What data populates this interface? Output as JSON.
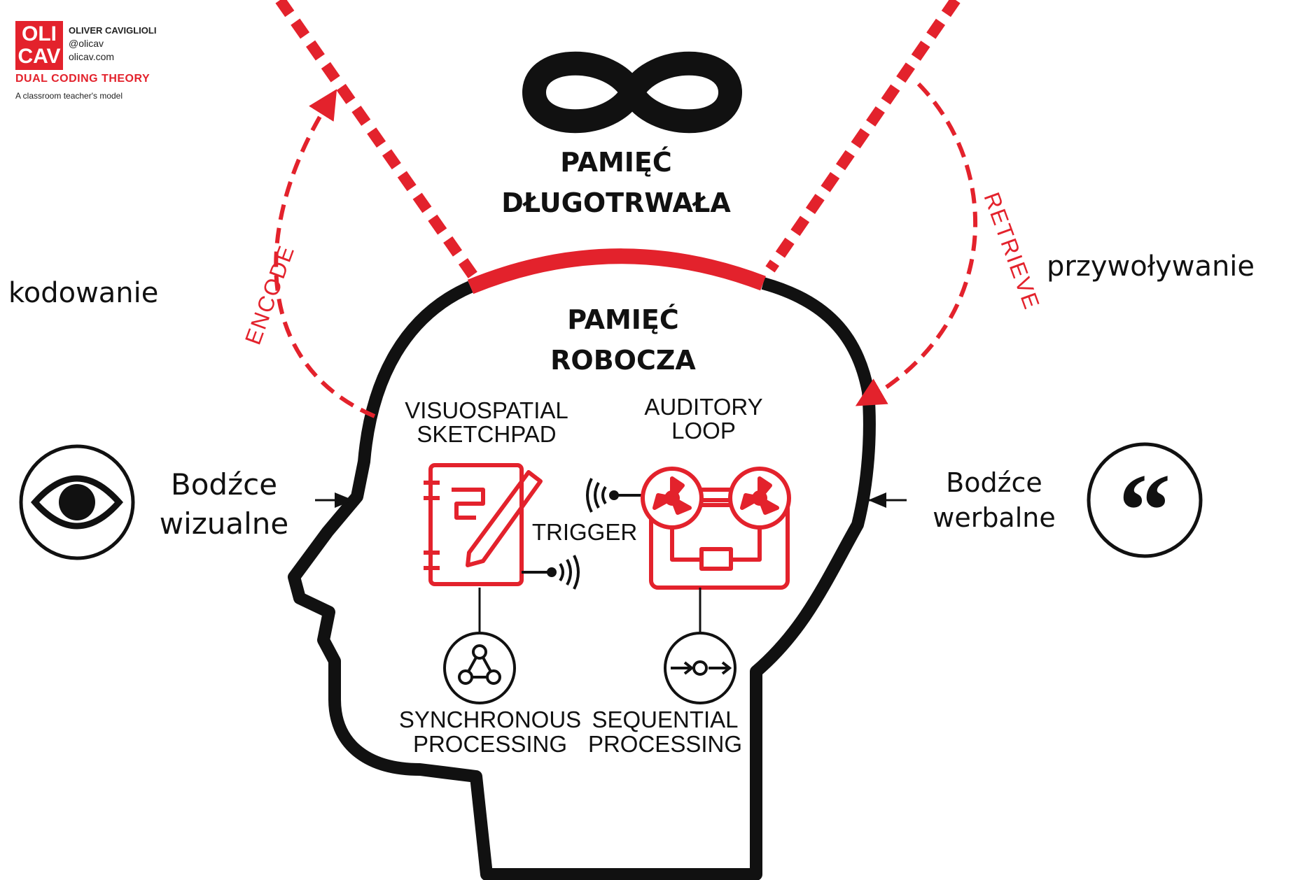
{
  "logo": {
    "line1": "OLI",
    "line2": "CAV",
    "author": "OLIVER CAVIGLIOLI",
    "handle": "@olicav",
    "site": "olicav.com",
    "title": "DUAL CODING THEORY",
    "subtitle": "A classroom teacher's model"
  },
  "long_term_memory": {
    "line1": "PAMIĘĆ",
    "line2": "DŁUGOTRWAŁA"
  },
  "working_memory": {
    "line1": "PAMIĘĆ",
    "line2": "ROBOCZA"
  },
  "encode": {
    "en": "ENCODE",
    "pl": "kodowanie"
  },
  "retrieve": {
    "en": "RETRIEVE",
    "pl": "przywoływanie"
  },
  "visual_input": {
    "line1": "Bodźce",
    "line2": "wizualne"
  },
  "verbal_input": {
    "line1": "Bodźce",
    "line2": "werbalne"
  },
  "sketchpad": {
    "line1": "VISUOSPATIAL",
    "line2": "SKETCHPAD"
  },
  "auditory": {
    "line1": "AUDITORY",
    "line2": "LOOP"
  },
  "trigger": "TRIGGER",
  "synchronous": {
    "line1": "SYNCHRONOUS",
    "line2": "PROCESSING"
  },
  "sequential": {
    "line1": "SEQUENTIAL",
    "line2": "PROCESSING"
  },
  "colors": {
    "accent": "#e3222c",
    "ink": "#111111"
  }
}
